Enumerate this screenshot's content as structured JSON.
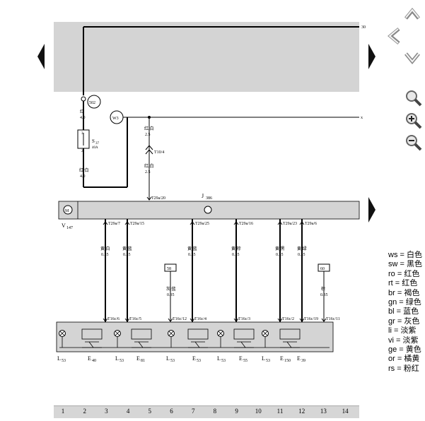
{
  "wire_colors": [
    {
      "code": "ws",
      "label": "白色"
    },
    {
      "code": "sw",
      "label": "黑色"
    },
    {
      "code": "ro",
      "label": "红色"
    },
    {
      "code": "rt",
      "label": "红色"
    },
    {
      "code": "br",
      "label": "褐色"
    },
    {
      "code": "gn",
      "label": "绿色"
    },
    {
      "code": "bl",
      "label": "蓝色"
    },
    {
      "code": "gr",
      "label": "灰色"
    },
    {
      "code": "li",
      "label": "淡紫"
    },
    {
      "code": "vi",
      "label": "淡紫"
    },
    {
      "code": "ge",
      "label": "黄色"
    },
    {
      "code": "or",
      "label": "橘黄"
    },
    {
      "code": "rs",
      "label": "粉红"
    }
  ],
  "diagram": {
    "top_ws_label": "30",
    "right_x_label": "x",
    "ground_502": "502",
    "ground_w3": "W3",
    "wire_red_label": "红",
    "wire_red_size": "4.0",
    "fuse_name": "S",
    "fuse_sub": "37",
    "fuse_rating": "40A",
    "fuse_pin_top": "3",
    "fuse_pin_bottom": "2",
    "wire_red_white_label": "红/白",
    "wire_red_white_size": "4.0",
    "wire_rw2_label": "红/白",
    "wire_rw2_size": "2.5",
    "connector_t10": "T10/4",
    "wire_rw3_label": "红/白",
    "wire_rw3_size": "2.5",
    "connector_t29a20": "T29a/20",
    "j386_label": "J",
    "j386_sub": "386",
    "v147_label": "V",
    "v147_sub": "147",
    "pins_top": [
      "T29a/7",
      "T29a/15",
      "T29a/25",
      "T29a/16",
      "T29a/23",
      "T29a/6"
    ],
    "wires": [
      {
        "label": "黄/白",
        "size": "0.35"
      },
      {
        "label": "黄/蓝",
        "size": "0.35"
      },
      {
        "label": "黄/蓝",
        "size": "0.35"
      },
      {
        "label": "黄/棕",
        "size": "0.35"
      },
      {
        "label": "黄/黑",
        "size": "0.35"
      },
      {
        "label": "黄/绿",
        "size": "0.35"
      }
    ],
    "ref_58": "58",
    "ref_58_wire_label": "灰/蓝",
    "ref_58_wire_size": "0.35",
    "ref_60": "60",
    "ref_60_wire_label": "棕",
    "ref_60_wire_size": "0.35",
    "pins_bottom": [
      "T16c/6",
      "T16c/5",
      "T16c/12",
      "T16c/4",
      "T16c/3",
      "T16c/2",
      "T16c/19",
      "T16c/11"
    ],
    "components": [
      {
        "name": "L",
        "sub": "53"
      },
      {
        "name": "E",
        "sub": "40"
      },
      {
        "name": "L",
        "sub": "53"
      },
      {
        "name": "E",
        "sub": "81"
      },
      {
        "name": "L",
        "sub": "53"
      },
      {
        "name": "E",
        "sub": "53"
      },
      {
        "name": "L",
        "sub": "53"
      },
      {
        "name": "E",
        "sub": "55"
      },
      {
        "name": "L",
        "sub": "53"
      },
      {
        "name": "E",
        "sub": "150"
      },
      {
        "name": "E",
        "sub": "39"
      }
    ]
  },
  "scale_numbers": [
    "1",
    "2",
    "3",
    "4",
    "5",
    "6",
    "7",
    "8",
    "9",
    "10",
    "11",
    "12",
    "13",
    "14"
  ]
}
